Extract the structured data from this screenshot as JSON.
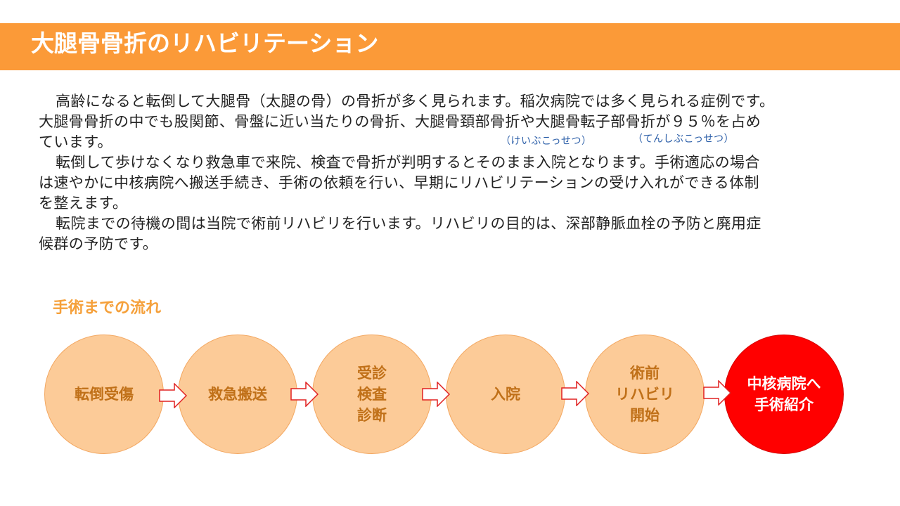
{
  "title": "大腿骨骨折のリハビリテーション",
  "paragraphs": {
    "line1": "高齢になると転倒して大腿骨（太腿の骨）の骨折が多く見られます。稲次病院では多く見られる症例です。",
    "line2": "大腿骨骨折の中でも股関節、骨盤に近い当たりの骨折、大腿骨頚部骨折や大腿骨転子部骨折が９５％を占め",
    "line3": "ています。",
    "line4": "転倒して歩けなくなり救急車で来院、検査で骨折が判明するとそのまま入院となります。手術適応の場合",
    "line5": "は速やかに中核病院へ搬送手続き、手術の依頼を行い、早期にリハビリテーションの受け入れができる体制",
    "line6": "を整えます。",
    "line7": "転院までの待機の間は当院で術前リハビリを行います。リハビリの目的は、深部静脈血栓の予防と廃用症",
    "line8": "候群の予防です。"
  },
  "ruby": {
    "keibu": "（けいぶこっせつ）",
    "tenshibu": "（てんしぶこっせつ）"
  },
  "flow": {
    "heading": "手術までの流れ",
    "steps": [
      {
        "label": "転倒受傷"
      },
      {
        "label": "救急搬送"
      },
      {
        "label": "受診\n検査\n診断"
      },
      {
        "label": "入院"
      },
      {
        "label": "術前\nリハビリ\n開始"
      },
      {
        "label": "中核病院へ\n手術紹介"
      }
    ]
  },
  "colors": {
    "title_bar": "#fb9a38",
    "step_fill": "#fccb98",
    "step_text": "#c07018",
    "final_fill": "#ff0000",
    "ruby_text": "#2b5ea8"
  }
}
